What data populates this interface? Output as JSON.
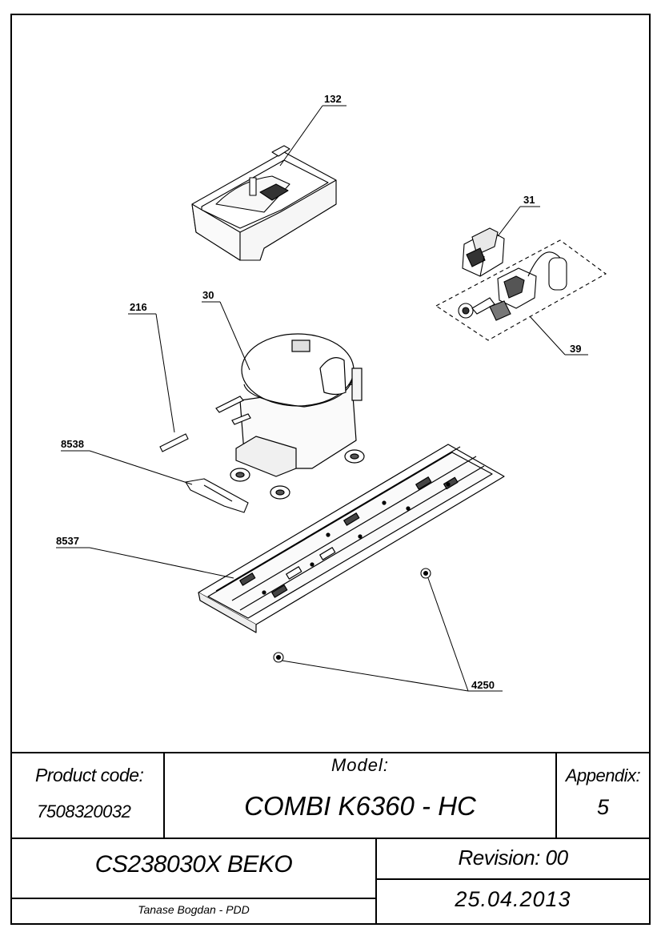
{
  "drawing": {
    "callouts": {
      "p132": "132",
      "p31": "31",
      "p30": "30",
      "p216": "216",
      "p39": "39",
      "p8538": "8538",
      "p8537": "8537",
      "p4250": "4250"
    }
  },
  "title_block": {
    "product_code_label": "Product code:",
    "product_code": "7508320032",
    "model_label": "Model:",
    "model": "COMBI K6360 - HC",
    "appendix_label": "Appendix:",
    "appendix": "5",
    "code": "CS238030X BEKO",
    "revision": "Revision: 00",
    "author": "Tanase Bogdan - PDD",
    "date": "25.04.2013"
  }
}
